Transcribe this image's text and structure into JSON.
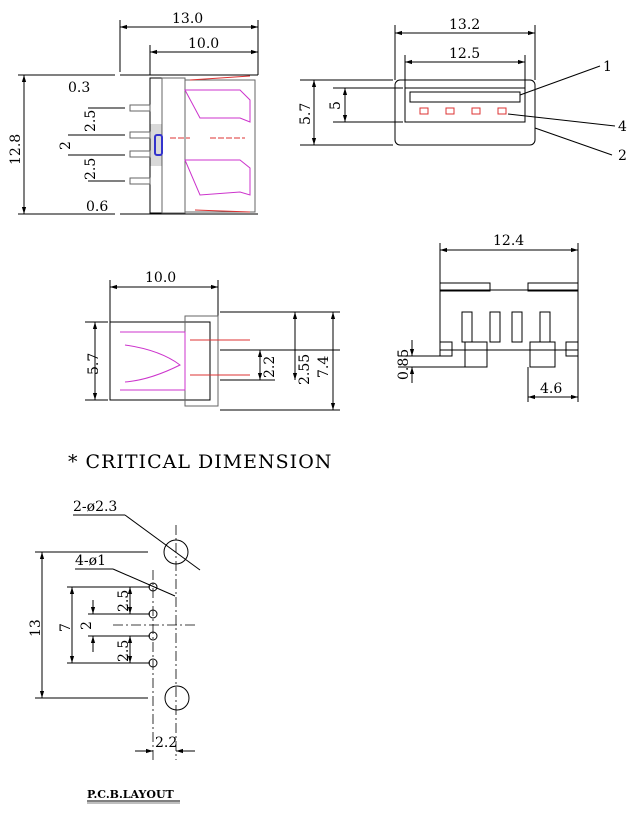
{
  "side_view": {
    "width_total": "13.0",
    "width_body": "10.0",
    "height": "12.8",
    "top_offset": "0.3",
    "pitch_top": "2.5",
    "pitch_mid": "2",
    "pitch_bottom": "2.5",
    "bottom_offset": "0.6"
  },
  "front_view": {
    "outer_width": "13.2",
    "inner_width": "12.5",
    "outer_height": "5.7",
    "inner_height": "5",
    "callout_1": "1",
    "callout_4": "4",
    "callout_2": "2"
  },
  "top_view": {
    "length": "10.0",
    "height": "5.7",
    "pin_offset": "2.2",
    "pin_span": "2.55",
    "total_height": "7.4"
  },
  "rear_view": {
    "width": "12.4",
    "standoff": "0.85",
    "tab_width": "4.6"
  },
  "critical_label": "* CRITICAL DIMENSION",
  "pcb": {
    "large_holes": "2-ø2.3",
    "small_holes": "4-ø1",
    "span": "13",
    "pin_span": "7",
    "pitch_top": "2.5",
    "pitch_mid": "2",
    "pitch_bottom": "2.5",
    "offset": "2.2",
    "title": "P.C.B.LAYOUT"
  }
}
